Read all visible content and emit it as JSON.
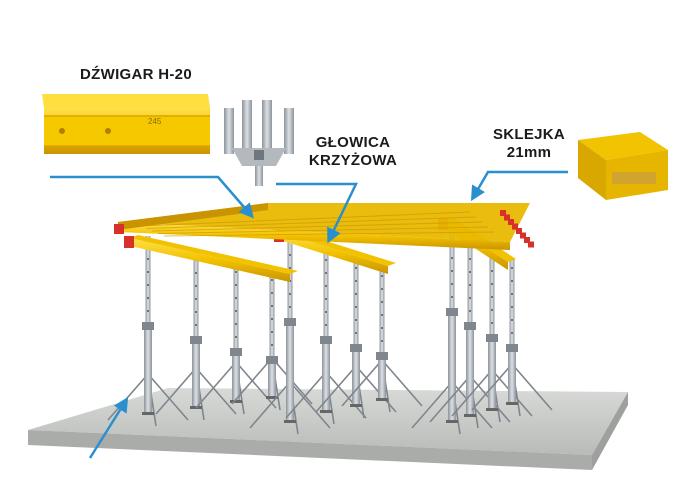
{
  "labels": {
    "beam": "DŹWIGAR H-20",
    "head_line1": "GŁOWICA",
    "head_line2": "KRZYŻOWA",
    "plywood_line1": "SKLEJKA",
    "plywood_line2": "21mm"
  },
  "beam_marking": "245",
  "colors": {
    "yellow": "#f2c200",
    "yellow_dark": "#c99400",
    "red_cap": "#d8302a",
    "steel": "#b9bec4",
    "steel_dark": "#7f868d",
    "arrow": "#2a8fcf",
    "concrete": "#c9ccc9"
  },
  "icons": [
    "h20-beam-sample-icon",
    "crosshead-icon",
    "plywood-panel-icon",
    "arrow-pointer-icon",
    "prop-tripod-icon"
  ]
}
